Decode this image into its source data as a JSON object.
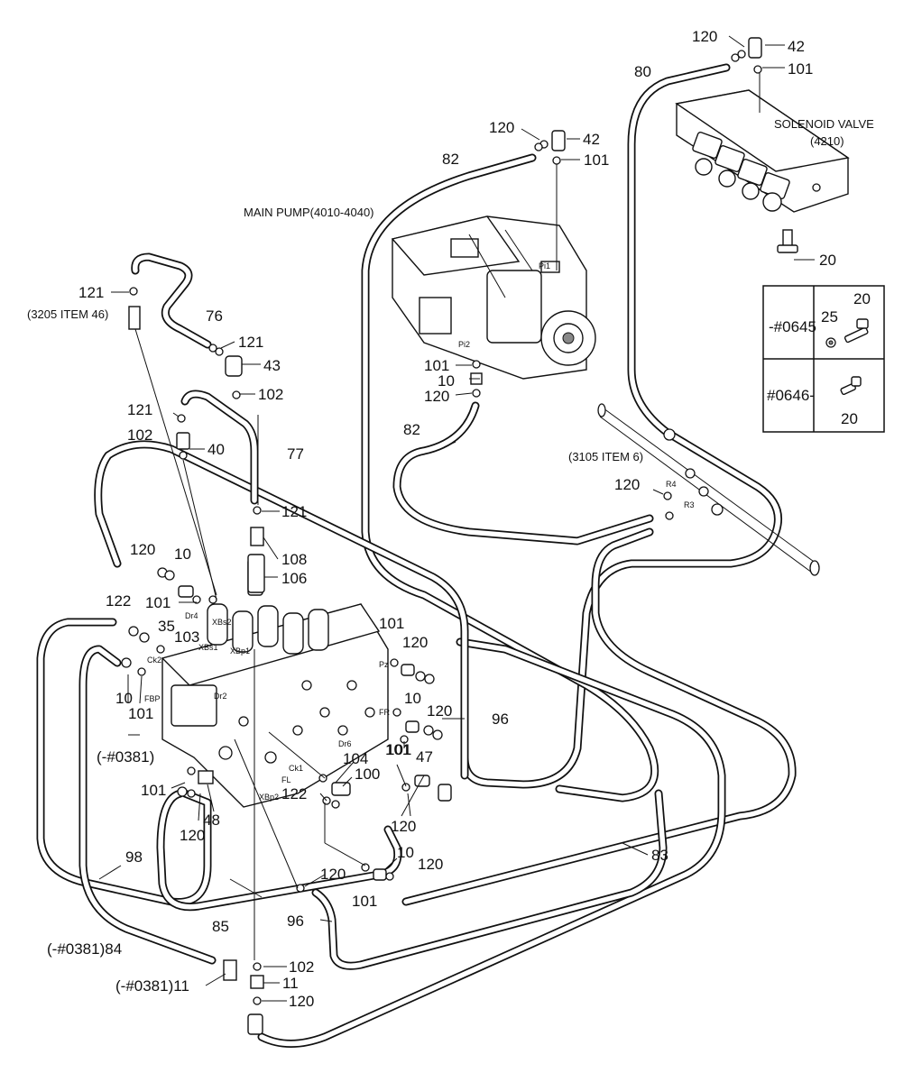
{
  "components": {
    "main_pump": "MAIN PUMP(4010-4040)",
    "solenoid_valve": "SOLENOID VALVE",
    "solenoid_valve_no": "(4210)",
    "ref_3205": "(3205 ITEM 46)",
    "ref_3105": "(3105 ITEM 6)"
  },
  "port_labels": [
    "Pi1",
    "Pi2",
    "R4",
    "R3",
    "Dr4",
    "XBs2",
    "XBs1",
    "XBp1",
    "Ck2",
    "FBP",
    "Dr2",
    "Pz",
    "FR",
    "Dr6",
    "Ck1",
    "FL",
    "XBp2"
  ],
  "callouts": [
    {
      "id": "c1",
      "text": "120"
    },
    {
      "id": "c2",
      "text": "42"
    },
    {
      "id": "c3",
      "text": "80"
    },
    {
      "id": "c4",
      "text": "101"
    },
    {
      "id": "c5",
      "text": "120"
    },
    {
      "id": "c6",
      "text": "42"
    },
    {
      "id": "c7",
      "text": "82"
    },
    {
      "id": "c8",
      "text": "101"
    },
    {
      "id": "c9",
      "text": "20"
    },
    {
      "id": "c10",
      "text": "121"
    },
    {
      "id": "c11",
      "text": "76"
    },
    {
      "id": "c12",
      "text": "121"
    },
    {
      "id": "c13",
      "text": "43"
    },
    {
      "id": "c14",
      "text": "102"
    },
    {
      "id": "c15",
      "text": "101"
    },
    {
      "id": "c16",
      "text": "10"
    },
    {
      "id": "c17",
      "text": "120"
    },
    {
      "id": "c18",
      "text": "121"
    },
    {
      "id": "c19",
      "text": "40"
    },
    {
      "id": "c20",
      "text": "102"
    },
    {
      "id": "c21",
      "text": "77"
    },
    {
      "id": "c22",
      "text": "82"
    },
    {
      "id": "c23",
      "text": "120"
    },
    {
      "id": "c24",
      "text": "121"
    },
    {
      "id": "c25",
      "text": "108"
    },
    {
      "id": "c26",
      "text": "106"
    },
    {
      "id": "c27",
      "text": "120"
    },
    {
      "id": "c28",
      "text": "10"
    },
    {
      "id": "c29",
      "text": "101"
    },
    {
      "id": "c30",
      "text": "122"
    },
    {
      "id": "c31",
      "text": "35"
    },
    {
      "id": "c32",
      "text": "103"
    },
    {
      "id": "c33",
      "text": "101"
    },
    {
      "id": "c34",
      "text": "120"
    },
    {
      "id": "c35",
      "text": "10"
    },
    {
      "id": "c36",
      "text": "101"
    },
    {
      "id": "c37",
      "text": "120"
    },
    {
      "id": "c38",
      "text": "96"
    },
    {
      "id": "c39",
      "text": "47"
    },
    {
      "id": "c40",
      "text": "101"
    },
    {
      "id": "c41",
      "text": "104"
    },
    {
      "id": "c42",
      "text": "100"
    },
    {
      "id": "c43",
      "text": "10"
    },
    {
      "id": "c44",
      "text": "101"
    },
    {
      "id": "c45",
      "text": "(-#0381)"
    },
    {
      "id": "c46",
      "text": "101"
    },
    {
      "id": "c47",
      "text": "48"
    },
    {
      "id": "c48",
      "text": "120"
    },
    {
      "id": "c49",
      "text": "122"
    },
    {
      "id": "c50",
      "text": "120"
    },
    {
      "id": "c51",
      "text": "83"
    },
    {
      "id": "c52",
      "text": "98"
    },
    {
      "id": "c53",
      "text": "10"
    },
    {
      "id": "c54",
      "text": "120"
    },
    {
      "id": "c55",
      "text": "120"
    },
    {
      "id": "c56",
      "text": "101"
    },
    {
      "id": "c57",
      "text": "85"
    },
    {
      "id": "c58",
      "text": "96"
    },
    {
      "id": "c59",
      "text": "(-#0381)84"
    },
    {
      "id": "c60",
      "text": "102"
    },
    {
      "id": "c61",
      "text": "(-#0381)11"
    },
    {
      "id": "c62",
      "text": "11"
    },
    {
      "id": "c63",
      "text": "120"
    }
  ],
  "serial_table": {
    "row1_range": "-#0645",
    "row1_part_a": "25",
    "row1_part_b": "20",
    "row2_range": "#0646-",
    "row2_part": "20"
  }
}
